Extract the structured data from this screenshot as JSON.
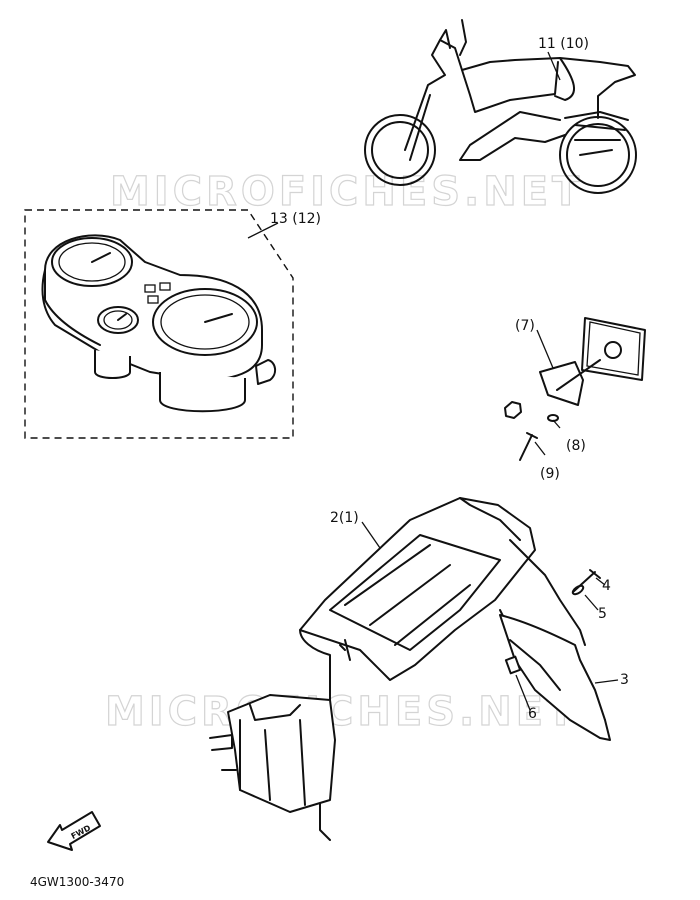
{
  "watermark": "MICROFICHES.NET",
  "diagram_code": "4GW1300-3470",
  "fwd_arrow_text": "FWD",
  "callouts": {
    "motorcycle": "11 (10)",
    "meter_assembly": "13 (12)",
    "rear_fender": "2(1)",
    "plate_bracket": "(7)",
    "washer": "(8)",
    "bolt": "(9)",
    "screw": "4",
    "collar": "5",
    "flap": "3",
    "damper": "6"
  }
}
